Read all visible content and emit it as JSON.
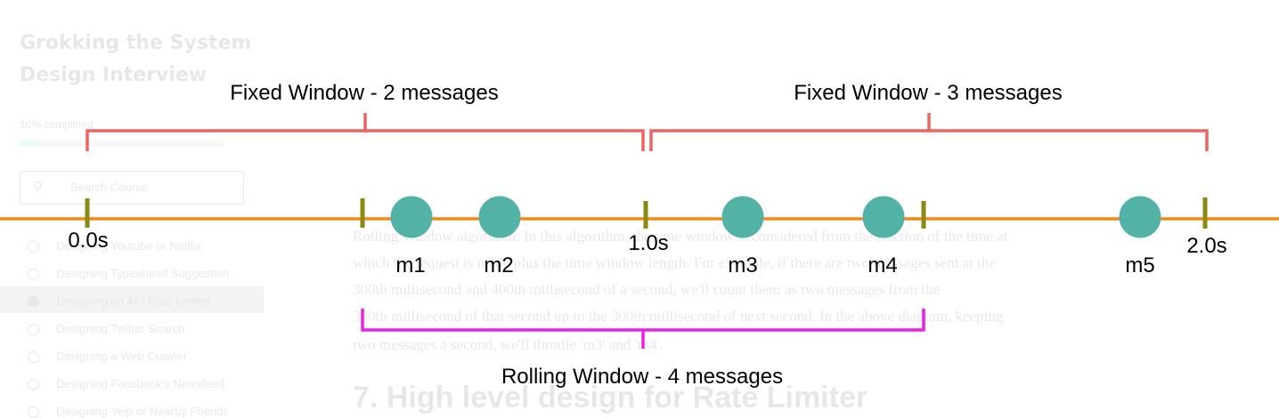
{
  "background": {
    "course_title_line1": "Grokking the System",
    "course_title_line2": "Design Interview",
    "progress_label": "10% completed",
    "progress_fraction": 0.1,
    "search_placeholder": "Search Course",
    "sidebar_items": [
      "Designing Youtube or Netflix",
      "Designing Typeahead Suggestion",
      "Designing an API Rate Limiter",
      "Designing Twitter Search",
      "Designing a Web Crawler",
      "Designing Facebook's Newsfeed",
      "Designing Yelp or Nearby Friends"
    ],
    "active_item_index": 2,
    "paragraph_lines": [
      "Rolling Window algorithm: In this algorithm, the time window is considered from the fraction of the time at",
      "which the request is made plus the time window length. For example, if there are two messages sent at the",
      "300th millisecond and 400th millisecond of a second, we'll count them as two messages from the",
      "300th millisecond of that second up to the 300th millisecond of next second. In the above diagram, keeping",
      "two messages a second, we'll throttle 'm3' and 'm4'."
    ],
    "section_heading": "7. High level design for Rate Limiter"
  },
  "diagram": {
    "colors": {
      "timeline": "#f08a16",
      "tick": "#8a8a10",
      "message": "#52b2a5",
      "fixed_bracket": "#ef6360",
      "rolling_bracket": "#ee1ee8",
      "text": "#000000"
    },
    "time_labels": [
      "0.0s",
      "1.0s",
      "2.0s"
    ],
    "messages": [
      "m1",
      "m2",
      "m3",
      "m4",
      "m5"
    ],
    "fixed_windows": [
      {
        "label": "Fixed Window - 2 messages"
      },
      {
        "label": "Fixed Window - 3 messages"
      }
    ],
    "rolling_window": {
      "label": "Rolling Window - 4 messages"
    }
  }
}
